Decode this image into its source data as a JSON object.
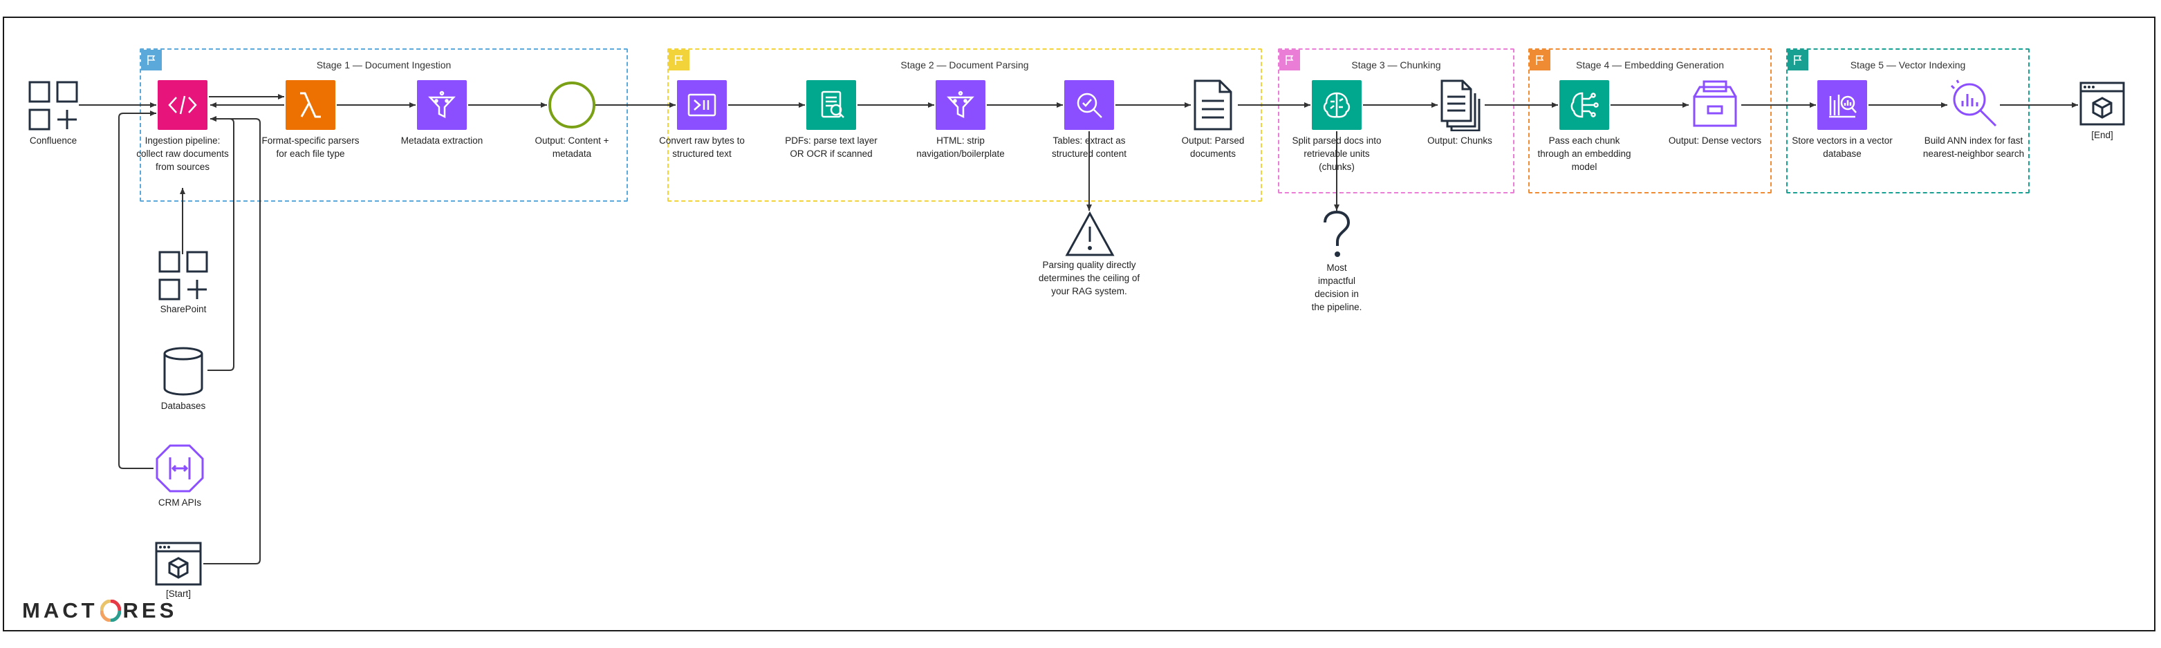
{
  "stages": {
    "s1": {
      "title": "Stage 1 — Document Ingestion",
      "color": "#5ba8db"
    },
    "s2": {
      "title": "Stage 2 — Document Parsing",
      "color": "#f2d43a"
    },
    "s3": {
      "title": "Stage 3 — Chunking",
      "color": "#ea7ed6"
    },
    "s4": {
      "title": "Stage 4 — Embedding Generation",
      "color": "#ef8b32"
    },
    "s5": {
      "title": "Stage 5 — Vector Indexing",
      "color": "#18a093"
    }
  },
  "sources": {
    "confluence": "Confluence",
    "sharepoint": "SharePoint",
    "databases": "Databases",
    "crm": "CRM APIs",
    "start": "[Start]"
  },
  "nodes": {
    "ingestion": "Ingestion pipeline: collect raw documents from sources",
    "parsers": "Format-specific parsers for each file type",
    "metadata": "Metadata extraction",
    "out1": "Output: Content + metadata",
    "convert": "Convert raw bytes to structured text",
    "pdfs": "PDFs: parse text layer OR OCR if scanned",
    "html": "HTML: strip navigation/boilerplate",
    "tables": "Tables: extract as structured content",
    "out2": "Output: Parsed documents",
    "split": "Split parsed docs into retrievable units (chunks)",
    "out3": "Output: Chunks",
    "embed": "Pass each chunk through an embedding model",
    "out4": "Output: Dense vectors",
    "store": "Store vectors in a vector database",
    "ann": "Build ANN index for fast nearest-neighbor search",
    "end": "[End]"
  },
  "notes": {
    "parsing": "Parsing quality directly determines the ceiling of your RAG system.",
    "chunking": "Most impactful decision in the pipeline."
  },
  "colors": {
    "pink": "#e7157b",
    "orange": "#ed7100",
    "purple": "#8c4fff",
    "teal": "#01a88d",
    "olive": "#7aa116",
    "dark": "#232f3e"
  },
  "logo": {
    "text_left": "MACT",
    "text_right": "RES"
  }
}
